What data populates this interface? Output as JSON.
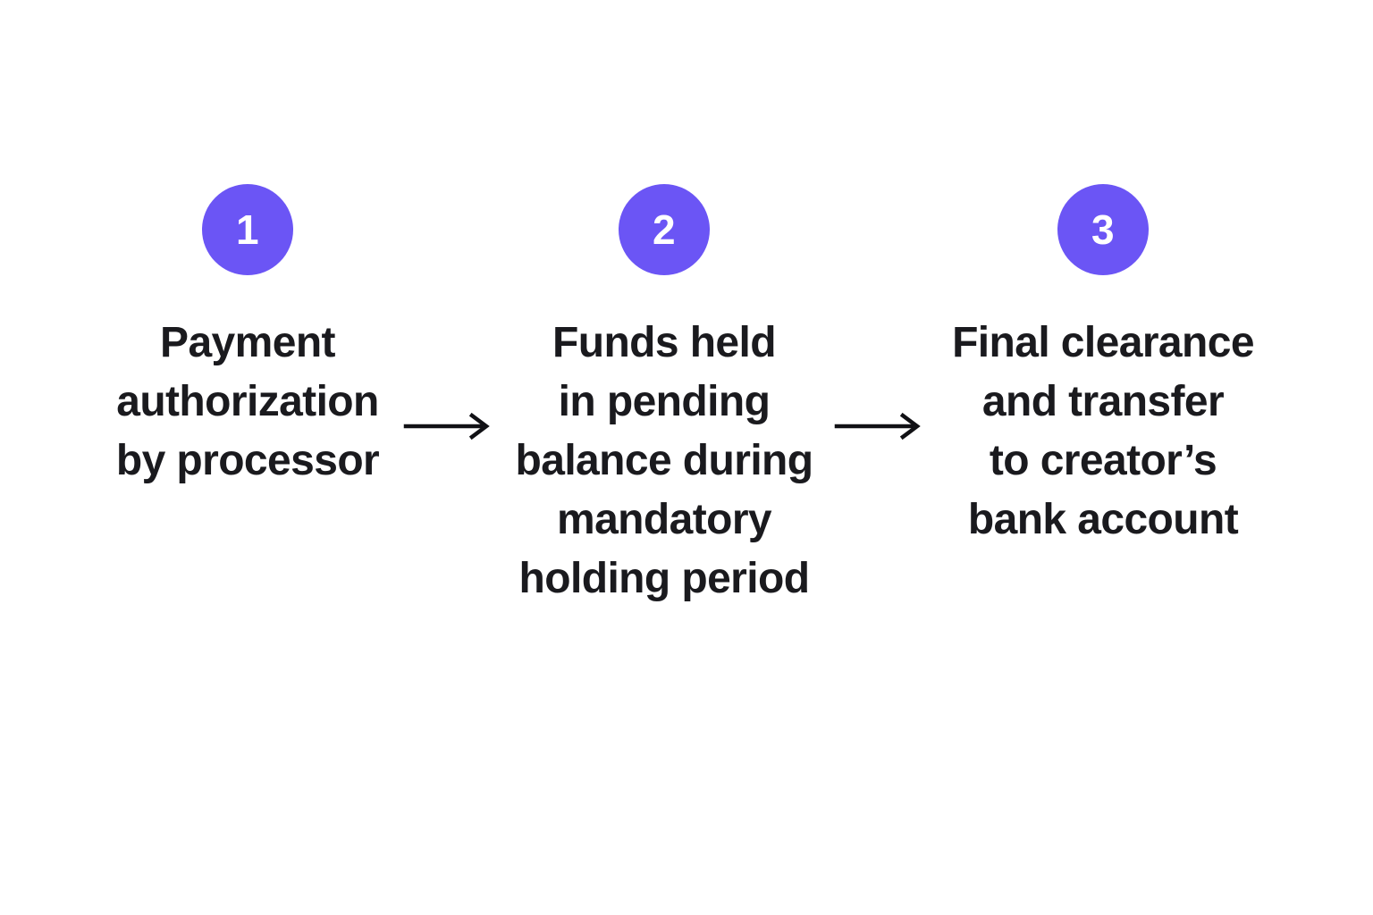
{
  "background_color": "#ffffff",
  "accent_color": "#6b55f5",
  "text_color": "#1a1a1e",
  "diagram": {
    "type": "process-flow",
    "orientation": "horizontal",
    "step_count": 3,
    "connector_glyph": "arrow-right",
    "steps": [
      {
        "number": "1",
        "label": "Payment\nauthorization\nby processor",
        "lines": [
          "Payment",
          "authorization",
          "by processor"
        ]
      },
      {
        "number": "2",
        "label": "Funds held\nin pending\nbalance during\nmandatory\nholding period",
        "lines": [
          "Funds held",
          "in pending",
          "balance during",
          "mandatory",
          "holding period"
        ]
      },
      {
        "number": "3",
        "label": "Final clearance\nand transfer\nto creator’s\nbank account",
        "lines": [
          "Final clearance",
          "and transfer",
          "to creator’s",
          "bank account"
        ]
      }
    ],
    "connectors": [
      {
        "from": "1",
        "to": "2",
        "glyph": "⟶"
      },
      {
        "from": "2",
        "to": "3",
        "glyph": "⟶"
      }
    ]
  }
}
